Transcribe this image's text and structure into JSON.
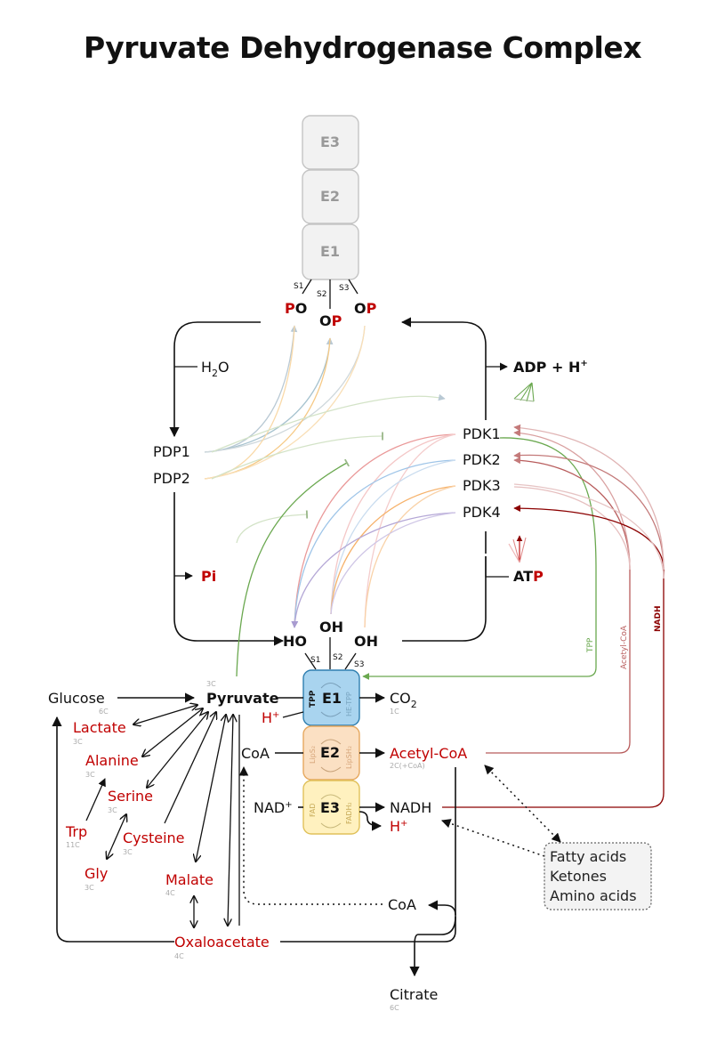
{
  "title": "Pyruvate Dehydrogenase Complex",
  "colors": {
    "red": "#c00000",
    "green": "#6aa84f",
    "blue": "#9fc5e8",
    "orange": "#f6b26b",
    "pink": "#ea9999",
    "purple": "#b4a7d6",
    "e1_fill": "#a9d4ef",
    "e2_fill": "#fbe0c3",
    "e3_fill": "#fff1bf"
  },
  "complex_stack": {
    "e3": "E3",
    "e2": "E2",
    "e1": "E1",
    "s1": "S1",
    "s2": "S2",
    "s3": "S3"
  },
  "phospho": {
    "po_p": "P",
    "po_o": "O",
    "op1_o": "O",
    "op1_p": "P",
    "op2_o": "O",
    "op2_p": "P"
  },
  "dephospho": {
    "ho": "HO",
    "oh1": "OH",
    "oh2": "OH",
    "s1": "S1",
    "s2": "S2",
    "s3": "S3"
  },
  "cycle": {
    "h2o": "H",
    "h2o_sub": "2",
    "h2o_o": "O",
    "pdp1": "PDP1",
    "pdp2": "PDP2",
    "pi": "Pi",
    "adp": "ADP + ",
    "adp_h": "H",
    "adp_plus": "+",
    "atp_at": "AT",
    "atp_p": "P"
  },
  "kinases": [
    "PDK1",
    "PDK2",
    "PDK3",
    "PDK4"
  ],
  "side_labels": {
    "tpp": "TPP",
    "acetyl_coa": "Acetyl-CoA",
    "nadh": "NADH"
  },
  "enzymes": {
    "e1": "E1",
    "e2": "E2",
    "e3": "E3",
    "tpp": "TPP",
    "he_tpp": "HE-TPP",
    "lips": "LipS₂",
    "lipsh": "LipSH₂",
    "fad": "FAD",
    "fadh": "FADH₂"
  },
  "metabolites": {
    "glucose": "Glucose",
    "glucose_c": "6C",
    "pyruvate": "Pyruvate",
    "pyruvate_c": "3C",
    "lactate": "Lactate",
    "lactate_c": "3C",
    "alanine": "Alanine",
    "alanine_c": "3C",
    "serine": "Serine",
    "serine_c": "3C",
    "trp": "Trp",
    "trp_c": "11C",
    "gly": "Gly",
    "gly_c": "3C",
    "cysteine": "Cysteine",
    "cysteine_c": "3C",
    "malate": "Malate",
    "malate_c": "4C",
    "oxaloacetate": "Oxaloacetate",
    "oxaloacetate_c": "4C",
    "co2": "CO",
    "co2_sub": "2",
    "co2_c": "1C",
    "h_plus_1": "H",
    "plus": "+",
    "coa_in": "CoA",
    "acetyl_coa": "Acetyl-CoA",
    "acetyl_coa_c": "2C(+CoA)",
    "nad": "NAD",
    "nadh": "NADH",
    "h_plus_2": "H",
    "coa_out": "CoA",
    "citrate": "Citrate",
    "citrate_c": "6C"
  },
  "sources_box": [
    "Fatty acids",
    "Ketones",
    "Amino acids"
  ]
}
